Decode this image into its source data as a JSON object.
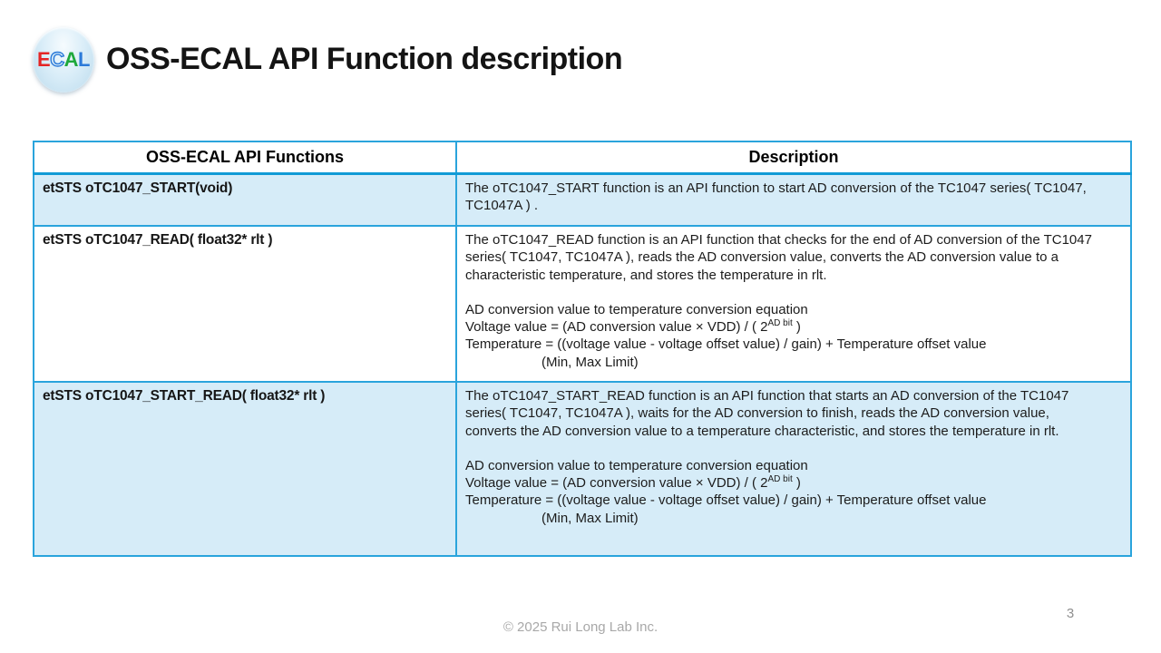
{
  "slide": {
    "title": "OSS-ECAL API Function description",
    "copyright": "© 2025 Rui Long Lab Inc.",
    "page_number": "3"
  },
  "logo": {
    "bg_color": "#cfe7f5",
    "letters": [
      {
        "char": "E",
        "color": "#e42525"
      },
      {
        "char": "C",
        "color": "#2b7ad9"
      },
      {
        "char": "A",
        "color": "#1fa83c"
      },
      {
        "char": "L",
        "color": "#2b7ad9"
      }
    ]
  },
  "table": {
    "border_color": "#2aa4dc",
    "highlight_row_color": "#d6ecf8",
    "headers": [
      "OSS-ECAL API Functions",
      "Description"
    ],
    "rows": [
      {
        "function": "etSTS oTC1047_START(void)",
        "description": "The oTC1047_START function is an API function to start AD conversion of the TC1047 series( TC1047, TC1047A ) .",
        "highlighted": true
      },
      {
        "function": "etSTS oTC1047_READ( float32* rlt )",
        "description": "The oTC1047_READ function is an API function that checks for the end of AD conversion of the TC1047 series( TC1047, TC1047A ), reads the AD conversion value, converts the AD conversion value to a characteristic temperature, and stores the temperature in rlt.",
        "equation": {
          "title": "AD conversion value to temperature conversion equation",
          "voltage_prefix": "Voltage value = (AD conversion value × VDD) / ( 2",
          "voltage_sup": "AD bit",
          "voltage_suffix": " )",
          "temperature": "Temperature = ((voltage value - voltage offset value) / gain) + Temperature offset value",
          "limit": "(Min, Max Limit)"
        },
        "highlighted": false
      },
      {
        "function": "etSTS oTC1047_START_READ( float32* rlt )",
        "description": "The oTC1047_START_READ function is an API function that starts an AD conversion of the TC1047 series( TC1047, TC1047A ), waits for the AD conversion to finish, reads the AD conversion value, converts the AD conversion value to a temperature characteristic, and stores the temperature in rlt.",
        "equation": {
          "title": "AD conversion value to temperature conversion equation",
          "voltage_prefix": "Voltage value = (AD conversion value × VDD) / ( 2",
          "voltage_sup": "AD bit",
          "voltage_suffix": " )",
          "temperature": "Temperature = ((voltage value - voltage offset value) / gain) + Temperature offset value",
          "limit": "(Min, Max Limit)"
        },
        "highlighted": true
      }
    ]
  }
}
